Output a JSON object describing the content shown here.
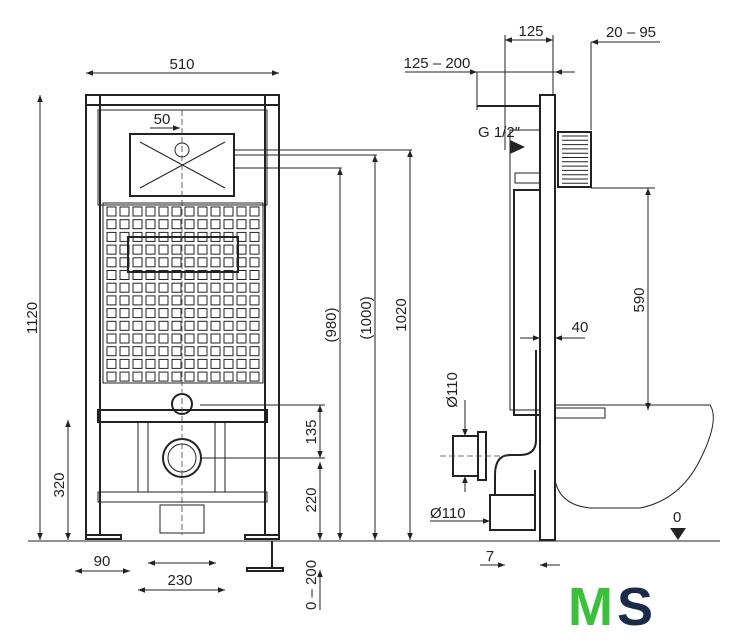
{
  "front_view": {
    "width": "510",
    "flush_offset": "50",
    "total_height": "1120",
    "bracket_height": "320",
    "foot_width": "90",
    "bolt_spacing": "230",
    "height_980": "(980)",
    "height_1000": "(1000)",
    "height_1020": "1020",
    "drain_to_supply": "135",
    "drain_height": "220",
    "leg_adjust": "0 – 200"
  },
  "side_view": {
    "depth_125": "125",
    "plate_depth": "20 – 95",
    "supply_depth": "125 – 200",
    "supply_thread": "G 1/2″",
    "offset_40": "40",
    "seat_height": "590",
    "drain_diameter_top": "Ø110",
    "drain_diameter_bottom": "Ø110",
    "gap_7": "7",
    "floor_level": "0"
  },
  "logo": {
    "text_m": "M",
    "text_s": "S",
    "color_m": "#3cc03c",
    "color_s": "#1c2a4a"
  }
}
